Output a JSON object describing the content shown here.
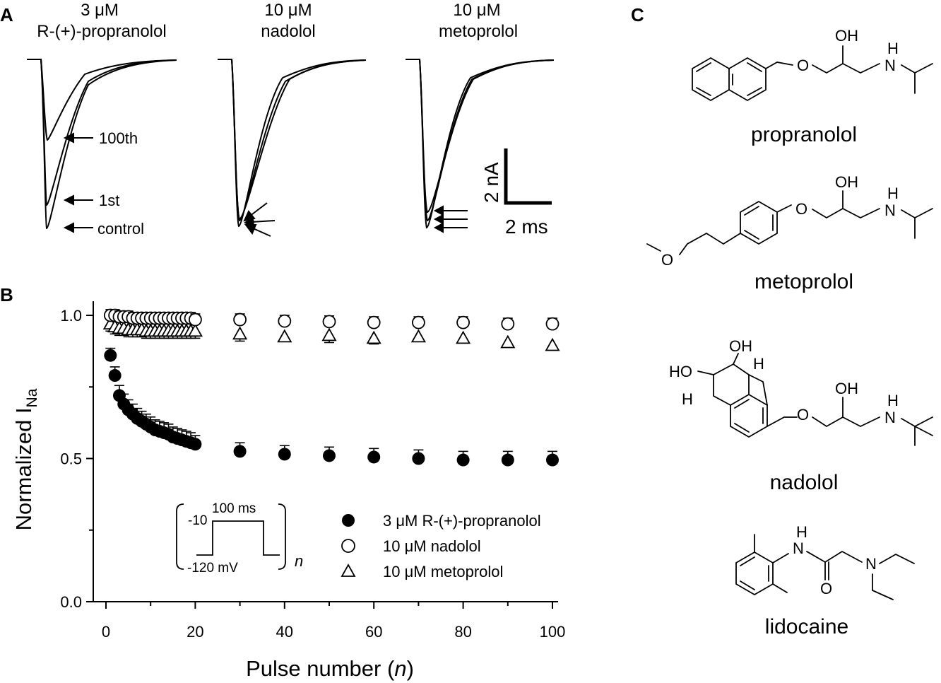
{
  "panelA": {
    "letter": "A",
    "titles": [
      {
        "line1": "3 μM",
        "line2": "R-(+)-propranolol"
      },
      {
        "line1": "10 μM",
        "line2": "nadolol"
      },
      {
        "line1": "10 μM",
        "line2": "metoprolol"
      }
    ],
    "annotations": {
      "a100": "100th",
      "a1": "1st",
      "ctrl": "control"
    },
    "scalebar": {
      "v": "2 nA",
      "h": "2 ms"
    }
  },
  "panelB": {
    "letter": "B"
  },
  "panelC": {
    "letter": "C",
    "compounds": [
      "propranolol",
      "metoprolol",
      "nadolol",
      "lidocaine"
    ],
    "atoms": {
      "O": "O",
      "OH": "OH",
      "N": "N",
      "H": "H",
      "HO": "HO"
    }
  },
  "chart_data": {
    "type": "scatter",
    "ylabel": "Normalized I",
    "ylabel_sub": "Na",
    "xlabel_pre": "Pulse number (",
    "xlabel_var": "n",
    "xlabel_post": ")",
    "xlim": [
      -5,
      100
    ],
    "ylim": [
      0,
      1.05
    ],
    "xticks": [
      0,
      20,
      40,
      60,
      80,
      100
    ],
    "yticks": [
      0.0,
      0.5,
      1.0
    ],
    "ytick_labels": [
      "0.0",
      "0.5",
      "1.0"
    ],
    "series": [
      {
        "name": "3 μM R-(+)-propranolol",
        "marker": "filled-circle",
        "x": [
          1,
          2,
          3,
          4,
          5,
          6,
          7,
          8,
          9,
          10,
          11,
          12,
          13,
          14,
          15,
          16,
          17,
          18,
          19,
          20,
          30,
          40,
          50,
          60,
          70,
          80,
          90,
          100
        ],
        "y": [
          0.86,
          0.79,
          0.72,
          0.69,
          0.67,
          0.655,
          0.64,
          0.63,
          0.62,
          0.61,
          0.6,
          0.595,
          0.59,
          0.585,
          0.575,
          0.57,
          0.565,
          0.56,
          0.555,
          0.55,
          0.525,
          0.515,
          0.51,
          0.505,
          0.5,
          0.495,
          0.495,
          0.495
        ],
        "err": [
          0.025,
          0.03,
          0.035,
          0.035,
          0.035,
          0.035,
          0.035,
          0.035,
          0.035,
          0.035,
          0.035,
          0.035,
          0.035,
          0.035,
          0.035,
          0.035,
          0.035,
          0.035,
          0.035,
          0.03,
          0.03,
          0.03,
          0.03,
          0.03,
          0.03,
          0.03,
          0.03,
          0.03
        ]
      },
      {
        "name": "10 μM nadolol",
        "marker": "open-circle",
        "x": [
          1,
          2,
          3,
          4,
          5,
          6,
          7,
          8,
          9,
          10,
          11,
          12,
          13,
          14,
          15,
          16,
          17,
          18,
          19,
          20,
          30,
          40,
          50,
          60,
          70,
          80,
          90,
          100
        ],
        "y": [
          1.0,
          1.0,
          0.995,
          0.995,
          0.995,
          0.99,
          0.99,
          0.99,
          0.99,
          0.99,
          0.99,
          0.99,
          0.99,
          0.99,
          0.99,
          0.99,
          0.99,
          0.99,
          0.99,
          0.985,
          0.985,
          0.98,
          0.978,
          0.975,
          0.975,
          0.975,
          0.97,
          0.97
        ],
        "err": [
          0.02,
          0.02,
          0.02,
          0.02,
          0.02,
          0.02,
          0.02,
          0.02,
          0.02,
          0.02,
          0.02,
          0.02,
          0.02,
          0.02,
          0.02,
          0.02,
          0.02,
          0.02,
          0.02,
          0.02,
          0.02,
          0.02,
          0.02,
          0.02,
          0.02,
          0.02,
          0.02,
          0.02
        ]
      },
      {
        "name": "10 μM metoprolol",
        "marker": "open-triangle",
        "x": [
          1,
          2,
          3,
          4,
          5,
          6,
          7,
          8,
          9,
          10,
          11,
          12,
          13,
          14,
          15,
          16,
          17,
          18,
          19,
          20,
          30,
          40,
          50,
          60,
          70,
          80,
          90,
          100
        ],
        "y": [
          0.97,
          0.96,
          0.955,
          0.955,
          0.95,
          0.95,
          0.95,
          0.95,
          0.945,
          0.945,
          0.945,
          0.945,
          0.945,
          0.945,
          0.945,
          0.945,
          0.945,
          0.945,
          0.945,
          0.945,
          0.935,
          0.925,
          0.93,
          0.92,
          0.925,
          0.92,
          0.905,
          0.895
        ],
        "err": [
          0.025,
          0.025,
          0.025,
          0.025,
          0.025,
          0.025,
          0.025,
          0.025,
          0.025,
          0.025,
          0.025,
          0.025,
          0.025,
          0.025,
          0.025,
          0.025,
          0.025,
          0.025,
          0.025,
          0.025,
          0.025,
          0.015,
          0.025,
          0.02,
          0.015,
          0.015,
          0.015,
          0.015
        ]
      }
    ],
    "inset": {
      "top_label": "100 ms",
      "level_label": "-10",
      "base_label": "-120 mV",
      "repeat_var": "n"
    }
  }
}
